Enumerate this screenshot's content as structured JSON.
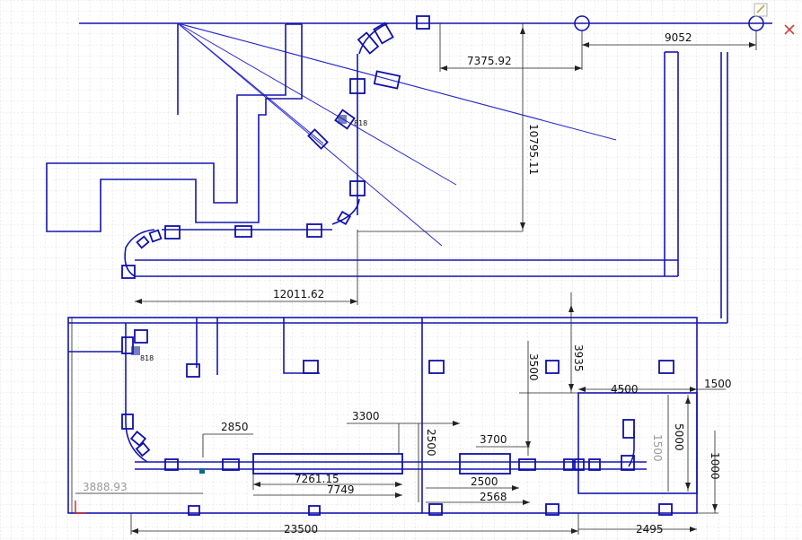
{
  "dimensions": {
    "d9052": "9052",
    "d7375": "7375.92",
    "d10795": "10795.11",
    "d12011": "12011.62",
    "d3935": "3935",
    "d3500": "3500",
    "d4500": "4500",
    "d1500a": "1500",
    "d3300": "3300",
    "d2850": "2850",
    "d2500a": "2500",
    "d3700": "3700",
    "d5000": "5000",
    "d1500b": "1500",
    "d1000": "1000",
    "d7261": "7261.15",
    "d7749": "7749",
    "d2500b": "2500",
    "d2568": "2568",
    "d3888": "3888.93",
    "d23500": "23500",
    "d2495": "2495"
  },
  "tags": {
    "t1": "818",
    "t2": "818"
  },
  "icons": {
    "sketch_close": "close-icon",
    "sketch_corner": "sketch-corner-icon"
  },
  "colors": {
    "line": "#1515b0",
    "grid": "#c8c8c8",
    "text": "#111111",
    "close": "#d04040"
  }
}
